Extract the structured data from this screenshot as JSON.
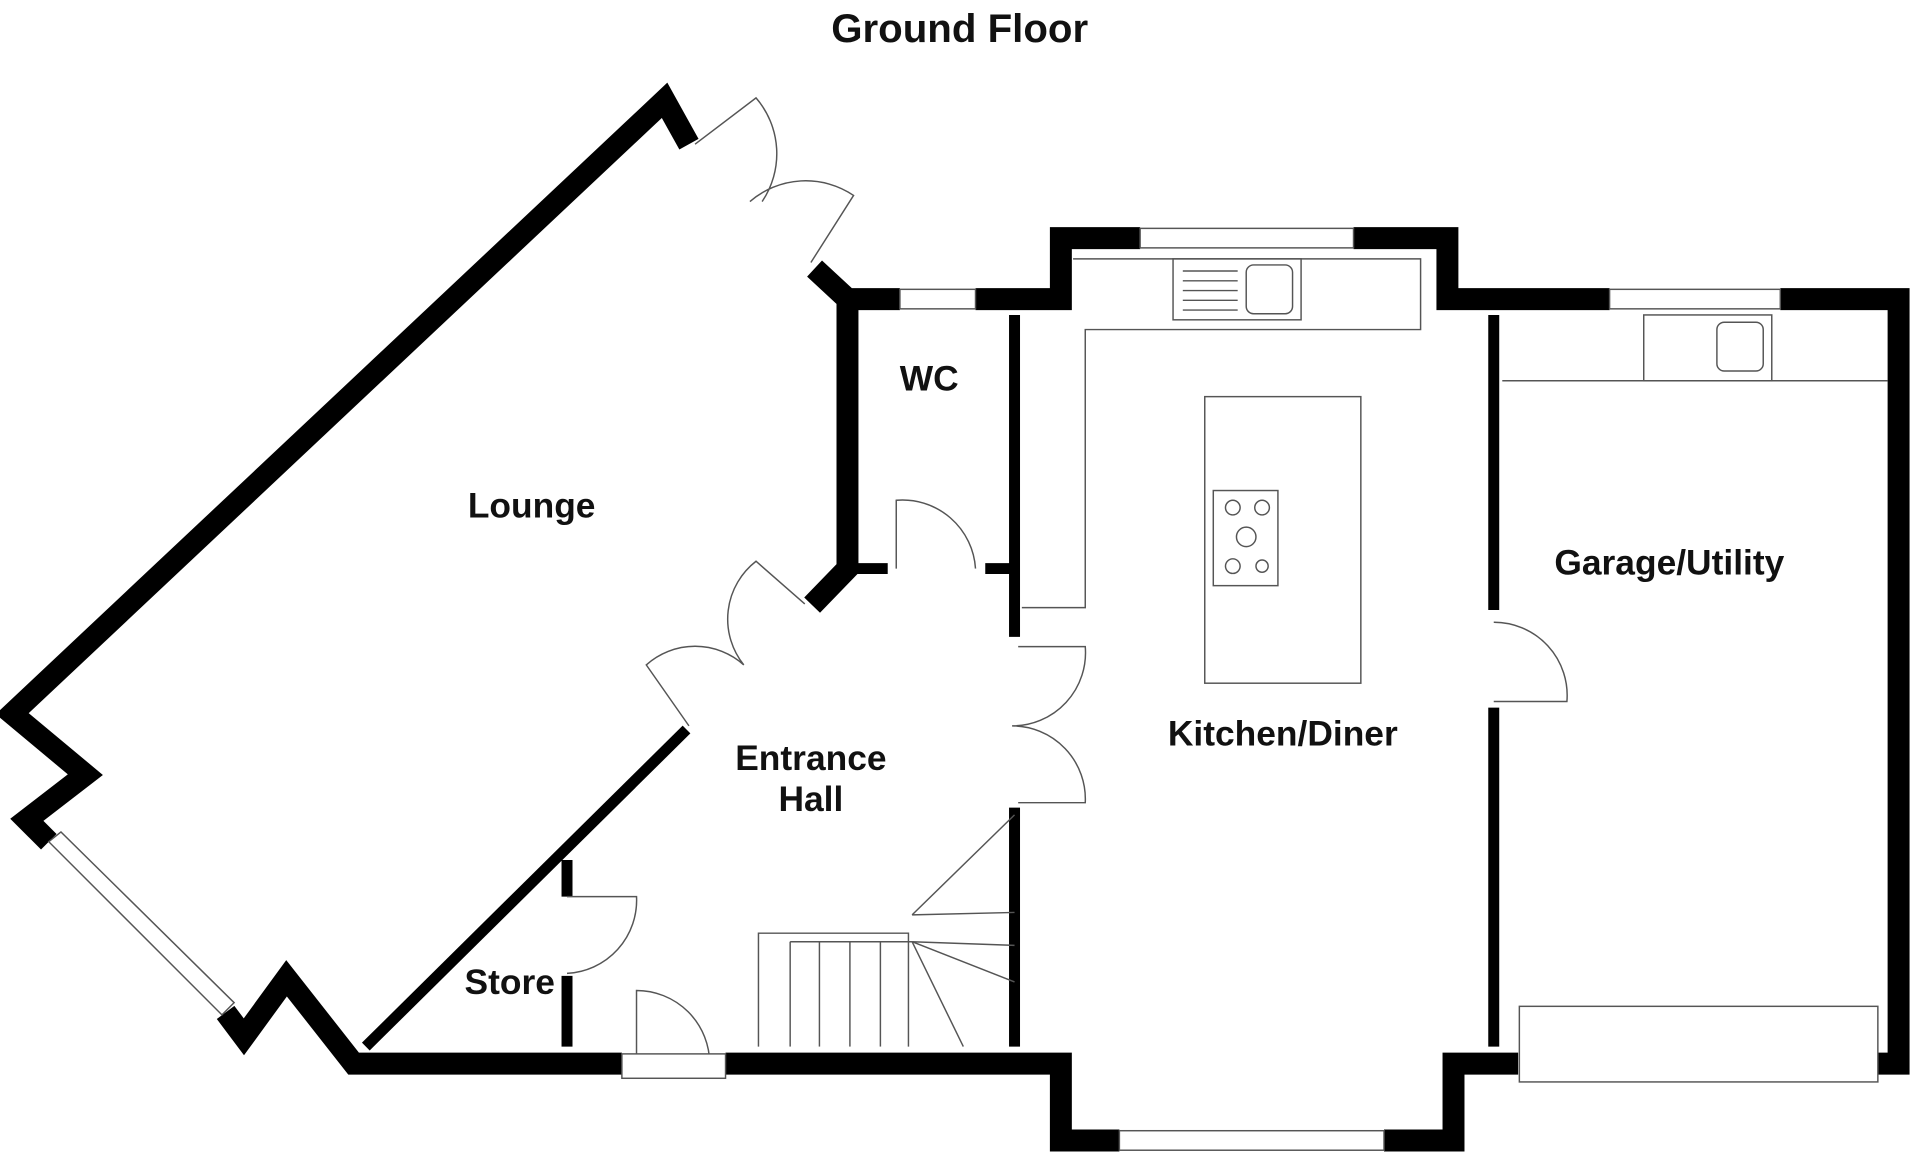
{
  "title": "Ground Floor",
  "rooms": {
    "lounge": "Lounge",
    "wc": "WC",
    "kitchen": "Kitchen/Diner",
    "garage": "Garage/Utility",
    "hall_line1": "Entrance",
    "hall_line2": "Hall",
    "store": "Store"
  }
}
